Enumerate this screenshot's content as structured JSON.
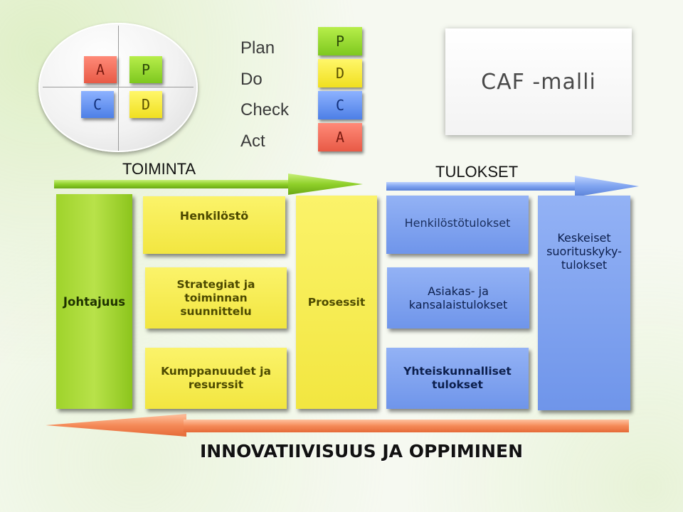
{
  "pdca_circle": {
    "top_left": "A",
    "top_right": "P",
    "bottom_left": "C",
    "bottom_right": "D"
  },
  "pdca_words": [
    "Plan",
    "Do",
    "Check",
    "Act"
  ],
  "pdca_column": [
    "P",
    "D",
    "C",
    "A"
  ],
  "caf_title": "CAF -malli",
  "headers": {
    "toiminta": "TOIMINTA",
    "tulokset": "TULOKSET"
  },
  "boxes": {
    "johtajuus": "Johtajuus",
    "henkilosto": "Henkilöstö",
    "strategiat": "Strategiat ja toiminnan suunnittelu",
    "kumppanuudet": "Kumppanuudet ja resurssit",
    "prosessit": "Prosessit",
    "henkilostotulokset": "Henkilöstötulokset",
    "asiakas": "Asiakas- ja kansalaistulokset",
    "yhteiskunnalliset": "Yhteiskunnalliset tulokset",
    "keskeiset": "Keskeiset suorituskyky-tulokset"
  },
  "footer": "INNOVATIIVISUUS JA OPPIMINEN",
  "colors": {
    "green": "#9fd32b",
    "yellow": "#f2e640",
    "blue": "#6f95ea",
    "red": "#e85a46",
    "arrow_orange": "#f07a4a"
  }
}
